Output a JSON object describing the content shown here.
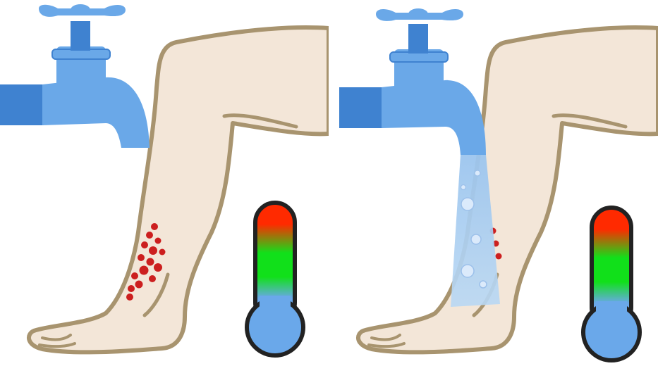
{
  "colors": {
    "background": "#ffffff",
    "skin_fill": "#f3e6d8",
    "skin_outline": "#a8946f",
    "faucet_light": "#6aa8e8",
    "faucet_dark": "#3f82d0",
    "rash": "#cc1f1f",
    "thermometer_top": "#ff2a00",
    "thermometer_mid": "#11e01a",
    "thermometer_bottom": "#6aa8ea",
    "thermometer_outline": "#222222",
    "water": "#a9cdf0"
  },
  "panels": [
    {
      "id": "before",
      "faucet_running": false,
      "rash_visible": true,
      "icons": [
        "faucet-icon",
        "leg-illustration",
        "rash-spots",
        "thermometer-icon"
      ]
    },
    {
      "id": "after",
      "faucet_running": true,
      "rash_visible": true,
      "icons": [
        "faucet-icon",
        "water-stream",
        "leg-illustration",
        "rash-spots",
        "thermometer-icon"
      ]
    }
  ]
}
